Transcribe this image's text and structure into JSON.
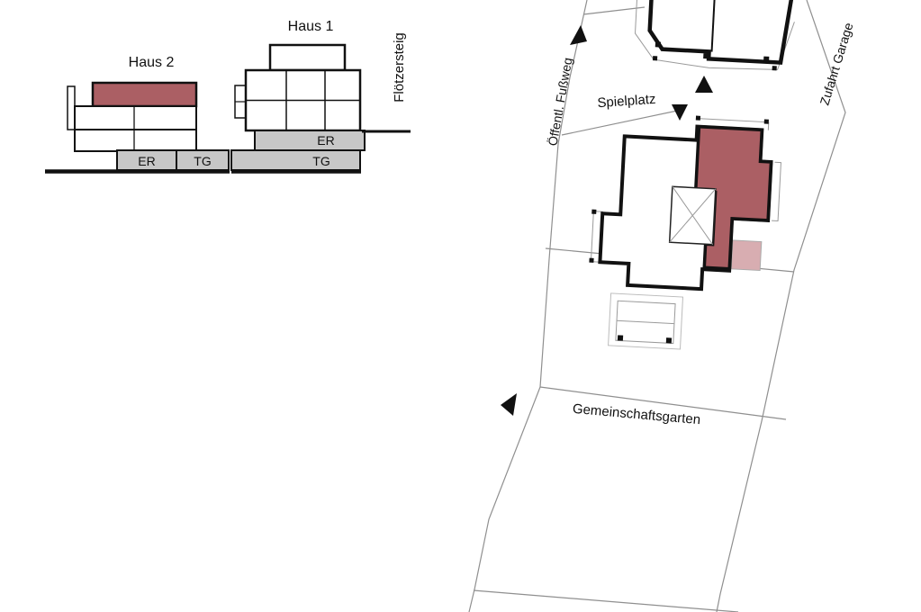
{
  "elevations": {
    "haus2_title": "Haus 2",
    "haus1_title": "Haus 1",
    "haus2_er": "ER",
    "haus2_tg": "TG",
    "haus1_er": "ER",
    "haus1_tg": "TG",
    "street": "Flötzersteig"
  },
  "site": {
    "footpath": "Öffentl. Fußweg",
    "playground": "Spielplatz",
    "garage_access": "Zufahrt Garage",
    "garden": "Gemeinschaftsgarten"
  },
  "colors": {
    "unit_highlight": "#ab5f64",
    "unit_highlight_light": "#d8adb1",
    "basement_gray": "#c7c7c7",
    "line_dark": "#111111",
    "parcel_line": "#8f8f8f"
  }
}
